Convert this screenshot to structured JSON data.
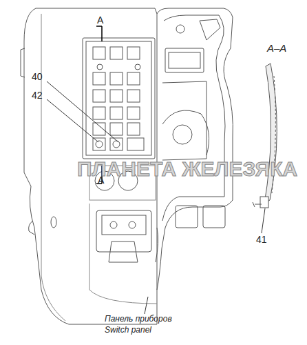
{
  "diagram": {
    "labels": [
      "A",
      "A",
      "A–A",
      "40",
      "42",
      "41",
      "ПЛАНЕТА ЖЕЛЕЗЯКА",
      "Панель приборов",
      "Switch panel"
    ]
  }
}
